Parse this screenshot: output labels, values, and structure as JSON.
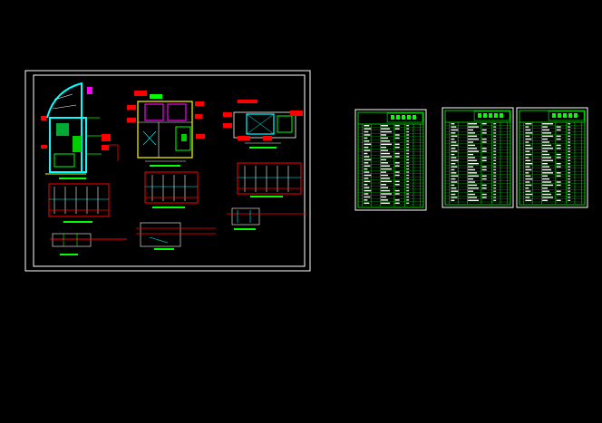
{
  "app": {
    "view": "model-space",
    "background_color": "#000000"
  },
  "colors": {
    "frame": "#ffffff",
    "cyan": "#00ffff",
    "green": "#00ff00",
    "red": "#ff0000",
    "yellow": "#ffff00",
    "magenta": "#ff00ff",
    "blue": "#3050ff"
  },
  "drawing_sheets": [
    {
      "id": "sheet-plans",
      "content": [
        "floor-plan-cyan",
        "floor-plan-magenta",
        "floor-plan-small",
        "elevation-1",
        "elevation-2",
        "elevation-3",
        "section-1",
        "section-2",
        "section-3"
      ]
    },
    {
      "id": "sheet-schedule-1",
      "content": [
        "data-table"
      ]
    },
    {
      "id": "sheet-schedule-2",
      "content": [
        "data-table"
      ]
    },
    {
      "id": "sheet-schedule-3",
      "content": [
        "data-table"
      ]
    }
  ]
}
